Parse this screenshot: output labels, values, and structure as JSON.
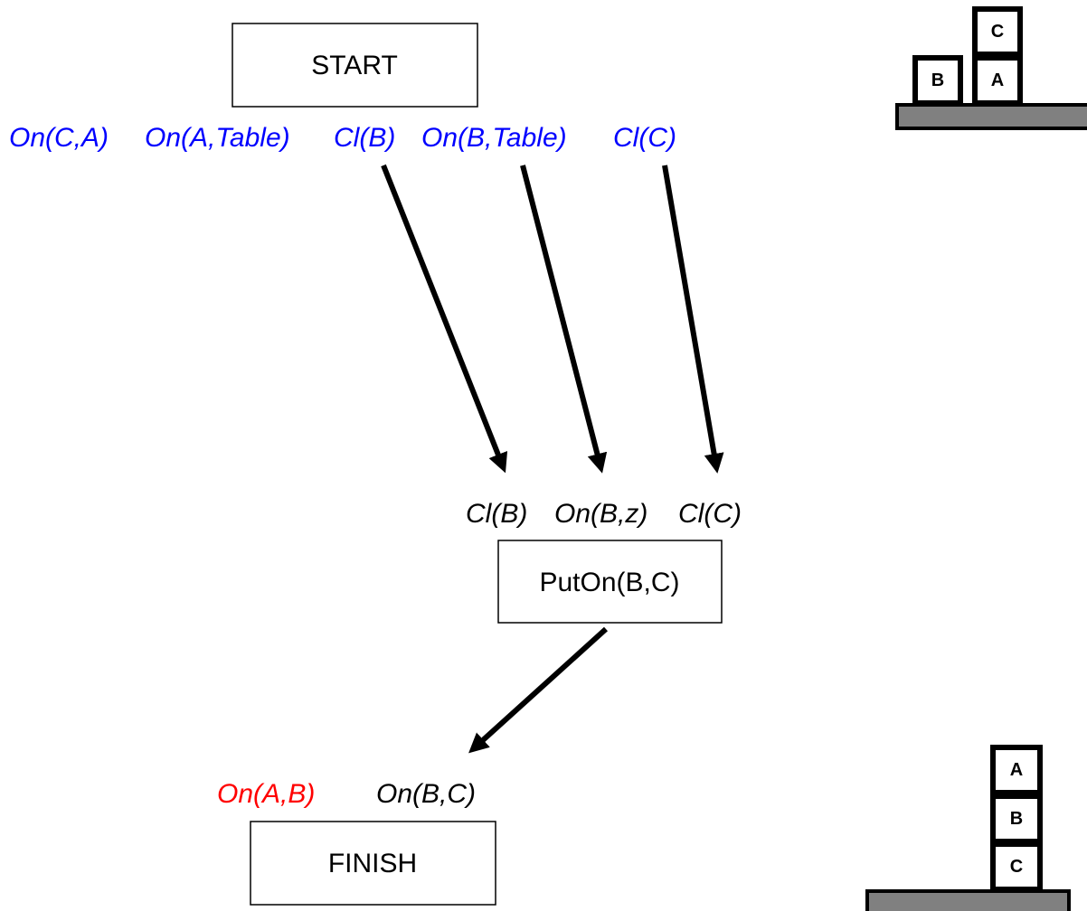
{
  "nodes": {
    "start": "START",
    "action": "PutOn(B,C)",
    "finish": "FINISH"
  },
  "start_conditions": {
    "items": [
      "On(C,A)",
      "On(A,Table)",
      "Cl(B)",
      "On(B,Table)",
      "Cl(C)"
    ],
    "color": "#0000ff"
  },
  "action_preconditions": {
    "items": [
      "Cl(B)",
      "On(B,z)",
      "Cl(C)"
    ],
    "color": "#000000"
  },
  "finish_conditions": {
    "open": {
      "text": "On(A,B)",
      "color": "#ff0000"
    },
    "satisfied": {
      "text": "On(B,C)",
      "color": "#000000"
    }
  },
  "initial_state": {
    "blocks": [
      "B",
      "A",
      "C"
    ]
  },
  "goal_state": {
    "blocks": [
      "A",
      "B",
      "C"
    ]
  },
  "colors": {
    "table_fill": "#808080",
    "arrow": "#000000"
  }
}
